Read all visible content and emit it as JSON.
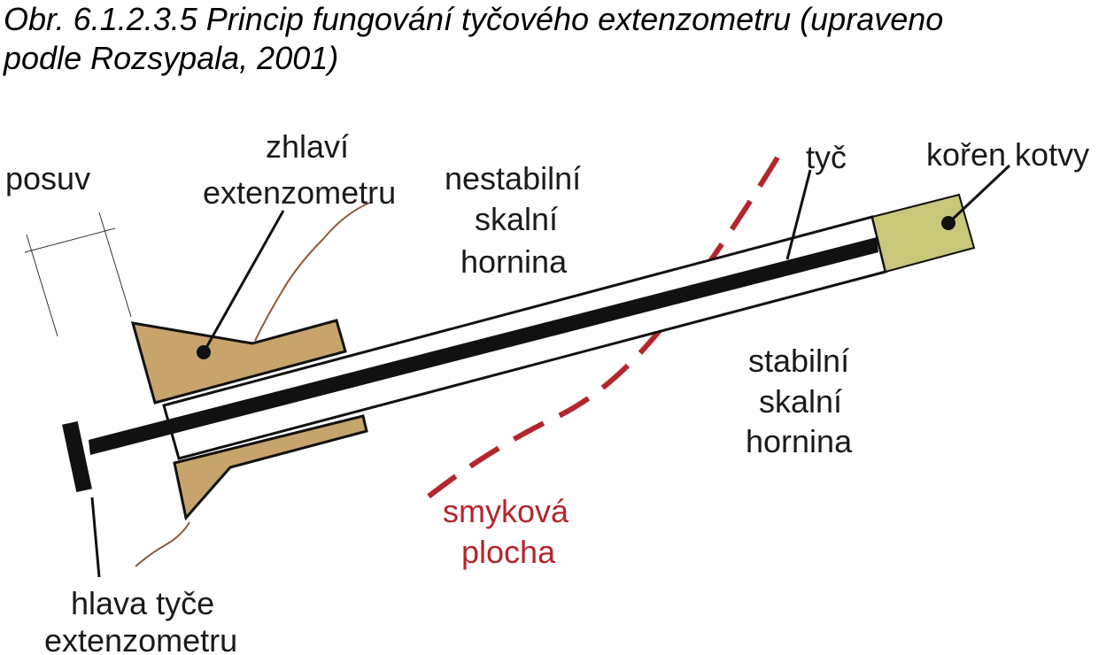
{
  "caption": {
    "line1": "Obr. 6.1.2.3.5  Princip fungování tyčového extenzometru (upraveno",
    "line2": "podle Rozsypala, 2001)"
  },
  "labels": {
    "posuv": "posuv",
    "zhlavi": [
      "zhlaví",
      "extenzometru"
    ],
    "nestabilni": [
      "nestabilní",
      "skalní",
      "hornina"
    ],
    "tyc": "tyč",
    "koren": "kořen kotvy",
    "stabilni": [
      "stabilní",
      "skalní",
      "hornina"
    ],
    "smykova": [
      "smyková",
      "plocha"
    ],
    "hlava": [
      "hlava tyče",
      "extenzometru"
    ]
  },
  "colors": {
    "head_fill": "#c6a46c",
    "anchor_fill": "#c8c77a",
    "shear_line": "#b3262c",
    "wire": "#8c5a3c",
    "rod": "#111111"
  }
}
